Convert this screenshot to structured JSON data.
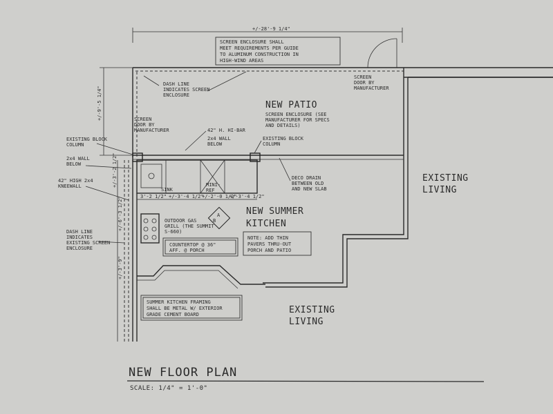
{
  "plan": {
    "title": "NEW FLOOR PLAN",
    "scale": "SCALE: 1/4\" = 1'-0\"",
    "rooms": {
      "new_patio": "NEW PATIO",
      "summer_kitchen_line1": "NEW SUMMER",
      "summer_kitchen_line2": "KITCHEN",
      "existing_living_right_line1": "EXISTING",
      "existing_living_right_line2": "LIVING",
      "existing_living_bottom_line1": "EXISTING",
      "existing_living_bottom_line2": "LIVING"
    },
    "notes": {
      "screen_enclosure_requirements": [
        "SCREEN ENCLOSURE SHALL",
        "MEET REQUIREMENTS PER GUIDE",
        "TO ALUMINUM CONSTRUCTION IN",
        "HIGH-WIND AREAS"
      ],
      "dash_line_top": [
        "DASH LINE",
        "INDICATES SCREEN",
        "ENCLOSURE"
      ],
      "screen_door_right": [
        "SCREEN",
        "DOOR BY",
        "MANUFACTURER"
      ],
      "screen_door_left": [
        "SCREEN",
        "DOOR BY",
        "MANUFACTURER"
      ],
      "screen_enclosure_specs": [
        "SCREEN ENCLOSURE (SEE",
        "MANUFACTURER FOR SPECS",
        "AND DETAILS)"
      ],
      "hi_bar": "42\" H. HI-BAR",
      "wall_below_2x4": [
        "2x4 WALL",
        "BELOW"
      ],
      "block_column_left": [
        "EXISTING BLOCK",
        "COLUMN"
      ],
      "block_column_right": [
        "EXISTING BLOCK",
        "COLUMN"
      ],
      "wall_below_left": [
        "2x4 WALL",
        "BELOW"
      ],
      "kneewall": [
        "42\" HIGH 2x4",
        "KNEEWALL"
      ],
      "deco_drain": [
        "DECO DRAIN",
        "BETWEEN OLD",
        "AND NEW SLAB"
      ],
      "sink": "SINK",
      "mini_ref": [
        "MINI-",
        "REF"
      ],
      "gas_grill": [
        "OUTDOOR GAS",
        "GRILL (THE SUMMIT",
        "S-660)"
      ],
      "dash_line_left": [
        "DASH LINE",
        "INDICATES",
        "EXISTING SCREEN",
        "ENCLOSURE"
      ],
      "countertop": [
        "COUNTERTOP @ 36\"",
        "AFF. @ PORCH"
      ],
      "pavers": [
        "NOTE: ADD THIN",
        "PAVERS THRU-OUT",
        "PORCH AND PATIO"
      ],
      "framing": [
        "SUMMER KITCHEN FRAMING",
        "SHALL BE METAL W/ EXTERIOR",
        "GRADE CEMENT BOARD"
      ]
    },
    "dimensions": {
      "overall_width": "+/-28'-9 1/4\"",
      "left_height": "+/-9'-5 1/4\"",
      "dim_a": "3'-2 1/2\"",
      "dim_b": "+/-3'-4 1/2\"",
      "dim_c": "+/-2'-0 1/2\"",
      "dim_d": "+/-3'-4 1/2\"",
      "dim_left_1": "+/-3'-2 1/2\"",
      "dim_left_2": "+/-6'-3 1/2\"",
      "dim_left_3": "+/-3'-9\"",
      "section_a": "A",
      "section_b": "B"
    }
  }
}
